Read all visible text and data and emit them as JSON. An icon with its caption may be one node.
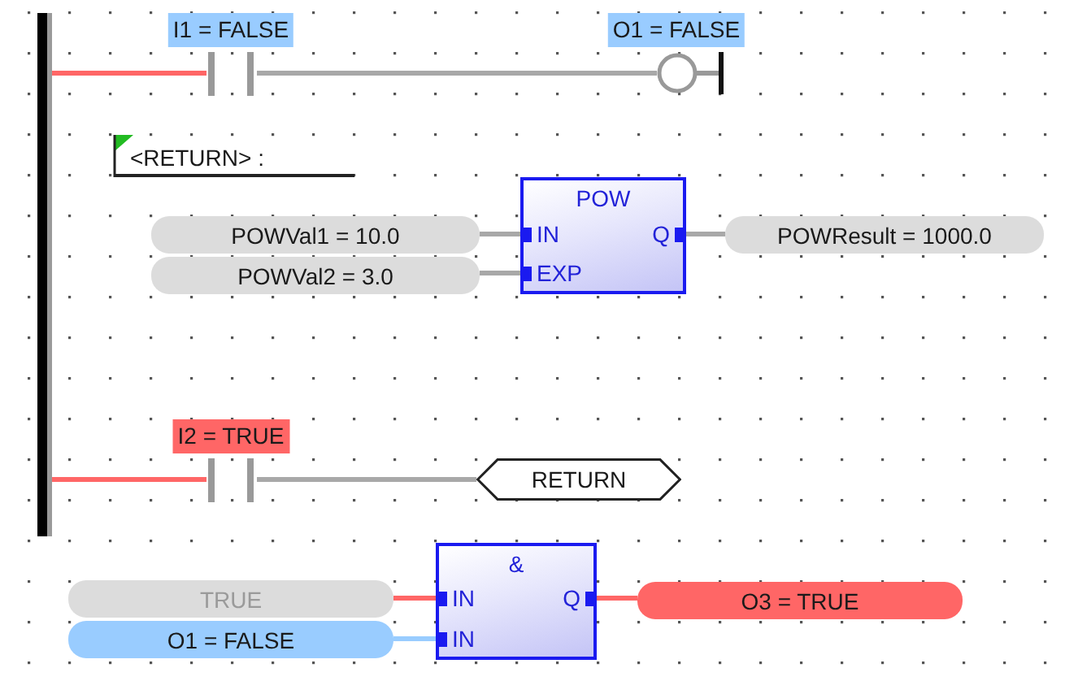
{
  "diagram": {
    "nodes": [
      {
        "text": [],
        "shape": "bar"
      },
      {
        "text": [],
        "shape": "contact",
        "beside": [
          "I1 = FALSE"
        ]
      },
      {
        "text": [],
        "shape": "circle",
        "beside": [
          "O1 = FALSE"
        ]
      },
      {
        "text": [
          "POWVal1 = 10.0"
        ]
      },
      {
        "text": [
          "POWVal2 = 3.0"
        ]
      },
      {
        "text": [
          "POW",
          "IN",
          "EXP",
          "Q"
        ]
      },
      {
        "text": [
          "POWResult = 1000.0"
        ]
      },
      {
        "text": [],
        "shape": "contact",
        "beside": [
          "I2 = TRUE"
        ]
      },
      {
        "text": [
          "RETURN"
        ]
      },
      {
        "text": [
          "TRUE"
        ]
      },
      {
        "text": [
          "O1 = FALSE"
        ]
      },
      {
        "text": [
          "&",
          "IN",
          "IN",
          "Q"
        ]
      },
      {
        "text": [
          "O3 = TRUE"
        ]
      }
    ],
    "edges": [
      {
        "from": 0,
        "to": 1,
        "arrow": "none",
        "color": "#ff6666"
      },
      {
        "from": 1,
        "to": 2,
        "arrow": "none"
      },
      {
        "from": 3,
        "to": 5,
        "arrow": "none"
      },
      {
        "from": 4,
        "to": 5,
        "arrow": "none"
      },
      {
        "from": 5,
        "to": 6,
        "arrow": "none"
      },
      {
        "from": 0,
        "to": 7,
        "arrow": "none",
        "color": "#ff6666"
      },
      {
        "from": 7,
        "to": 8,
        "arrow": "none"
      },
      {
        "from": 9,
        "to": 11,
        "arrow": "none",
        "color": "#ff6666"
      },
      {
        "from": 10,
        "to": 11,
        "arrow": "none",
        "color": "#99ccff"
      },
      {
        "from": 11,
        "to": 12,
        "arrow": "none",
        "color": "#ff6666"
      }
    ],
    "labels": [
      "<RETURN> :"
    ]
  }
}
